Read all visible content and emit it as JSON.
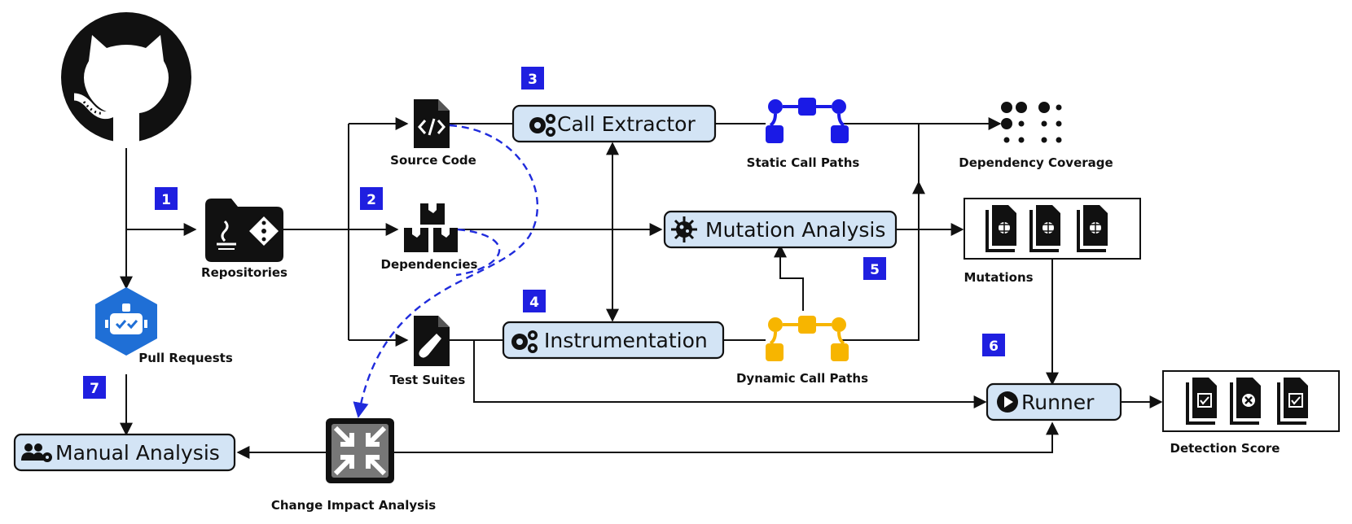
{
  "processes": {
    "call_extractor": "Call Extractor",
    "mutation_analysis": "Mutation Analysis",
    "instrumentation": "Instrumentation",
    "runner": "Runner",
    "manual_analysis": "Manual Analysis"
  },
  "artifacts": {
    "repositories": "Repositories",
    "pull_requests": "Pull Requests",
    "source_code": "Source Code",
    "dependencies": "Dependencies",
    "test_suites": "Test Suites",
    "static_call_paths": "Static Call Paths",
    "dynamic_call_paths": "Dynamic Call Paths",
    "dependency_coverage": "Dependency Coverage",
    "mutations": "Mutations",
    "detection_score": "Detection Score",
    "change_impact_analysis": "Change Impact Analysis"
  },
  "steps": [
    "1",
    "2",
    "3",
    "4",
    "5",
    "6",
    "7"
  ],
  "icons": {
    "repository_host": "github-icon",
    "repositories": "folder-java-git-icon",
    "pull_requests": "bot-hexagon-icon",
    "source_code": "code-file-icon",
    "dependencies": "boxes-icon",
    "test_suites": "test-file-icon",
    "call_extractor": "gears-icon",
    "mutation_analysis": "virus-icon",
    "instrumentation": "gears-icon",
    "runner": "play-icon",
    "manual_analysis": "users-gear-icon",
    "static_call_paths": "call-graph-icon",
    "dynamic_call_paths": "call-graph-icon",
    "dependency_coverage": "dot-grid-icon",
    "mutations": "bug-files-icon",
    "detection_score": "check-files-icon",
    "change_impact_analysis": "compress-arrows-icon"
  },
  "colors": {
    "process_fill": "#d3e4f5",
    "step_badge": "#1f1fe0",
    "static_paths": "#1a1ae6",
    "dynamic_paths": "#f7b500",
    "dashed_link": "#1f2bdc",
    "pull_request_icon": "#1f6fd6"
  }
}
